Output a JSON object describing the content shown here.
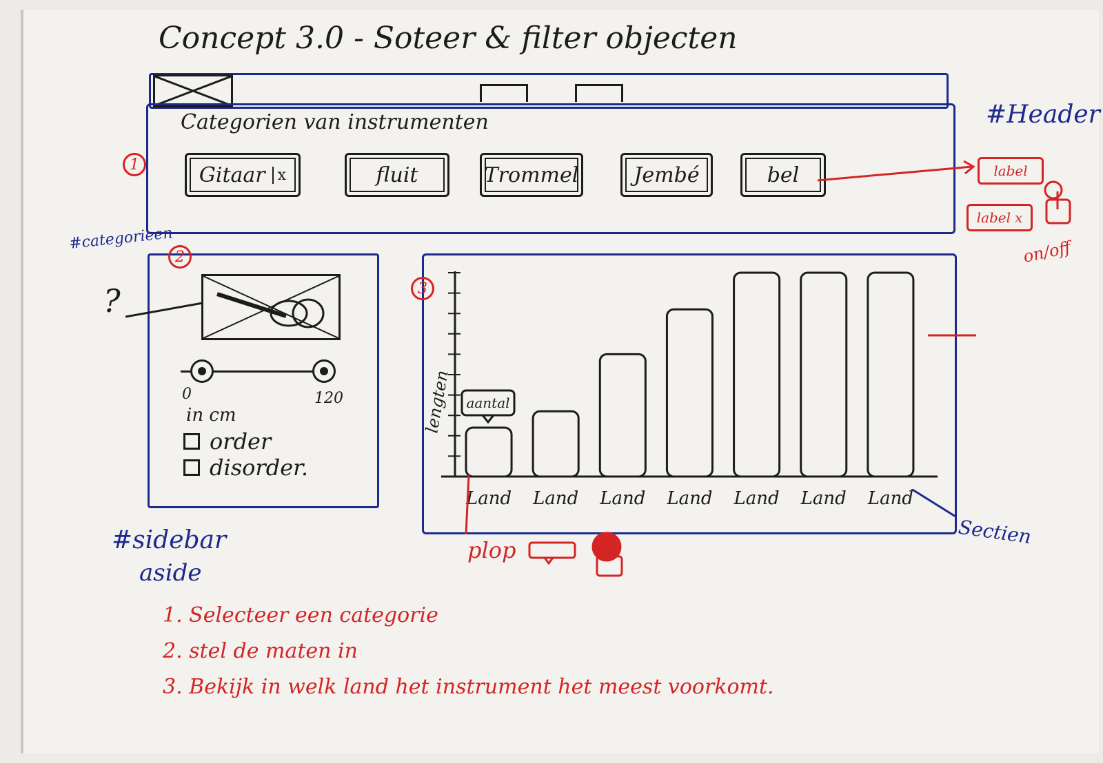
{
  "title": "Concept 3.0 - Soteer & filter objecten",
  "annotations": {
    "header": "#Header",
    "categories": "#categorieen",
    "sidebar": "#sidebar",
    "aside": "aside",
    "section": "Sectien",
    "toggle": "on/off",
    "plop": "plop",
    "question": "?",
    "label": "label"
  },
  "categories": {
    "heading": "Categorien van instrumenten",
    "items": [
      {
        "label": "Gitaar",
        "removable": true
      },
      {
        "label": "fluit",
        "removable": false
      },
      {
        "label": "Trommel",
        "removable": false
      },
      {
        "label": "Jembé",
        "removable": false
      },
      {
        "label": "bel",
        "removable": false
      }
    ],
    "remove_glyph": "x"
  },
  "badges": [
    "1",
    "2",
    "3"
  ],
  "sidebar": {
    "slider_min": "0",
    "slider_max": "120",
    "slider_low_value": 0.14,
    "slider_high_value": 0.93,
    "unit": "in cm",
    "checkboxes": [
      "order",
      "disorder."
    ]
  },
  "chart_data": {
    "type": "bar",
    "ylabel": "lengten",
    "categories": [
      "Land",
      "Land",
      "Land",
      "Land",
      "Land",
      "Land",
      "Land"
    ],
    "values": [
      24,
      32,
      60,
      82,
      100,
      100,
      100
    ],
    "ylim": [
      0,
      100
    ],
    "tooltip": "aantal",
    "grid": false
  },
  "steps": [
    "1. Selecteer een categorie",
    "2. stel de maten in",
    "3. Bekijk in welk land het instrument het meest voorkomt."
  ],
  "colors": {
    "ink": "#1c1c1c",
    "blue": "#1d2a8c",
    "red": "#d42424",
    "paper": "#f3f2ef"
  }
}
